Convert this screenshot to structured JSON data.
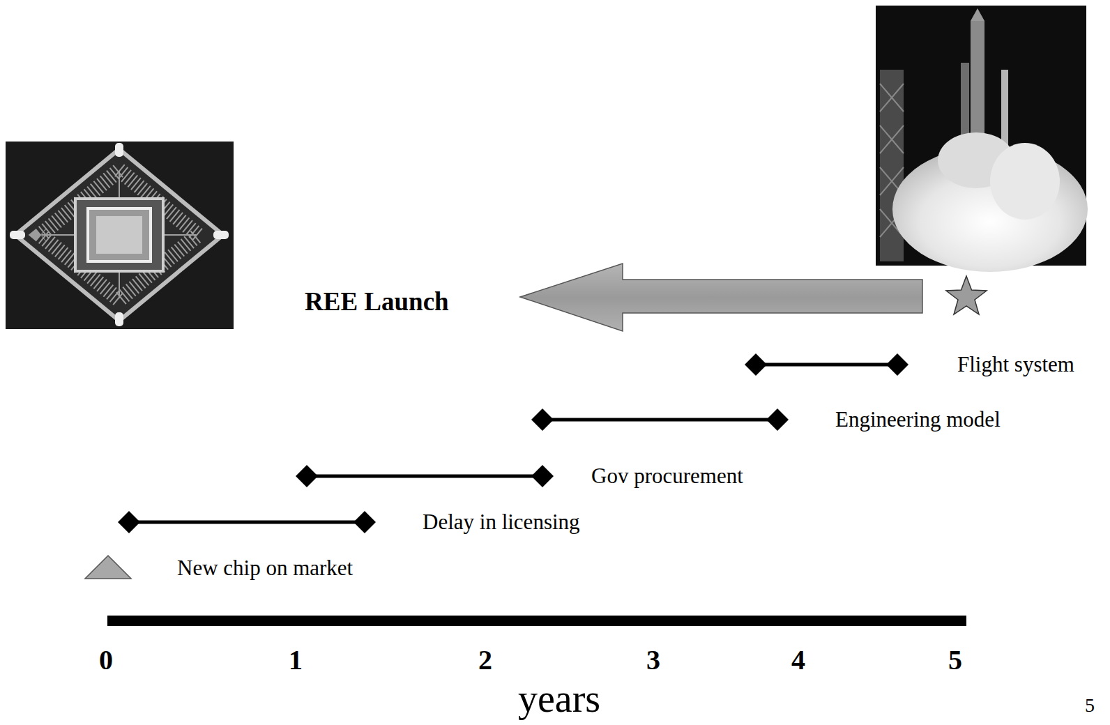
{
  "diagram": {
    "labels": [
      "REE Launch",
      "Flight system",
      "Engineering model",
      "Gov procurement",
      "Delay in licensing",
      "New chip on market",
      "0",
      "1",
      "2",
      "3",
      "4",
      "5",
      "years",
      "5"
    ]
  }
}
